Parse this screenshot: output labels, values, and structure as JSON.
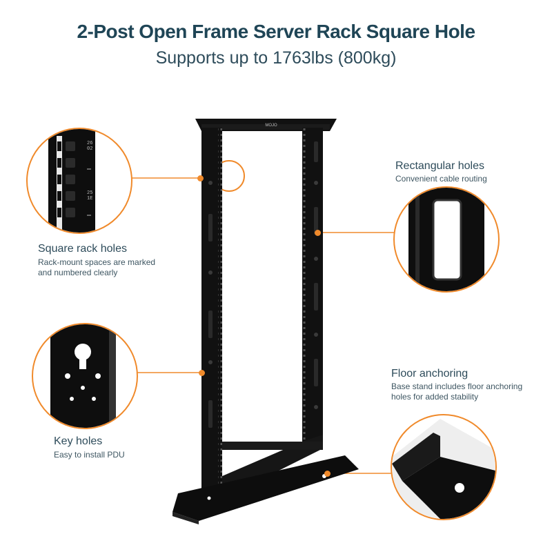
{
  "header": {
    "title": "2-Post Open Frame Server Rack Square Hole",
    "subtitle": "Supports up to 1763lbs (800kg)"
  },
  "features": {
    "square_holes": {
      "title": "Square rack holes",
      "desc_line1": "Rack-mount spaces are marked",
      "desc_line2": "and numbered clearly",
      "unit_labels": [
        "26",
        "02",
        "25",
        "1E"
      ]
    },
    "rect_holes": {
      "title": "Rectangular holes",
      "desc": "Convenient cable routing"
    },
    "key_holes": {
      "title": "Key holes",
      "desc": "Easy to install PDU"
    },
    "floor_anchoring": {
      "title": "Floor anchoring",
      "desc_line1": "Base stand includes floor anchoring",
      "desc_line2": "holes for added stability"
    }
  },
  "product": {
    "brand_mark": "MOJO"
  },
  "colors": {
    "accent": "#f08a2b",
    "title_text": "#1f4556",
    "rack_black": "#111111"
  }
}
